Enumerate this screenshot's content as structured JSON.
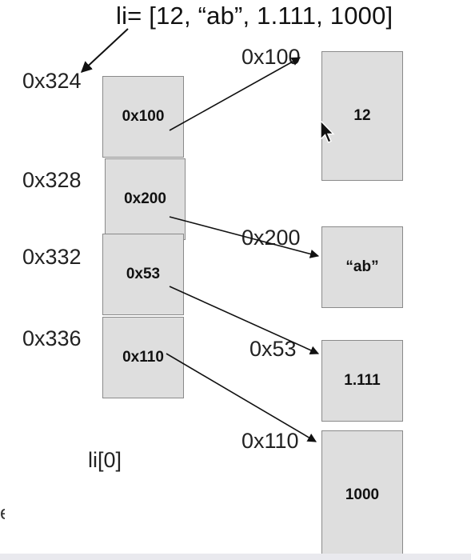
{
  "title": "li= [12, “ab”, 1.111, 1000]",
  "list_cells": [
    {
      "address": "0x324",
      "pointer": "0x100"
    },
    {
      "address": "0x328",
      "pointer": "0x200"
    },
    {
      "address": "0x332",
      "pointer": "0x53"
    },
    {
      "address": "0x336",
      "pointer": "0x110"
    }
  ],
  "objects": [
    {
      "address": "0x100",
      "value": "12"
    },
    {
      "address": "0x200",
      "value": "“ab”"
    },
    {
      "address": "0x53",
      "value": "1.111"
    },
    {
      "address": "0x110",
      "value": "1000"
    }
  ],
  "index_label": "li[0]",
  "edge_text": "e",
  "colors": {
    "cell_fill": "#dedede",
    "cell_border": "#8a8a8a",
    "line": "#111111"
  }
}
